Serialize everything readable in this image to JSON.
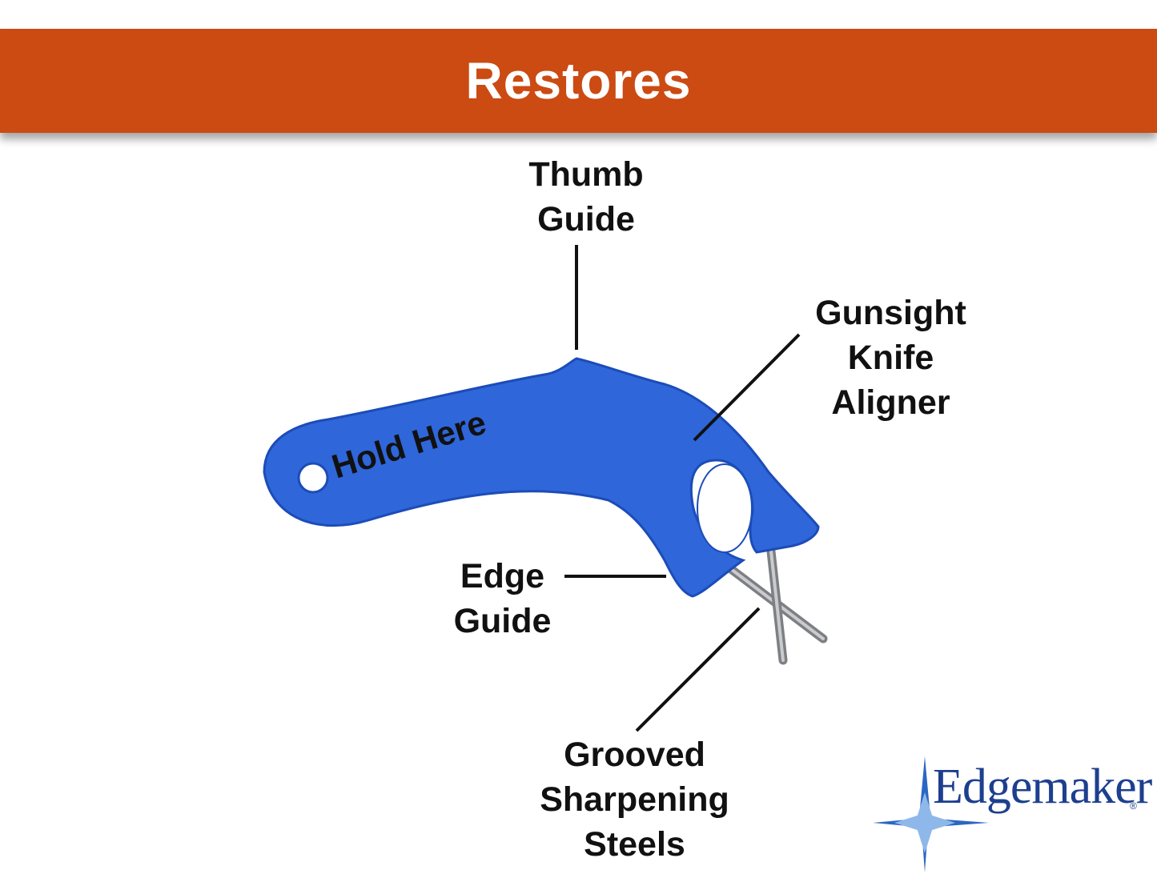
{
  "banner": {
    "title": "Restores"
  },
  "product": {
    "handle_text": "Hold Here",
    "color": "#2f66d9"
  },
  "callouts": {
    "thumb_guide": [
      "Thumb",
      "Guide"
    ],
    "gunsight": [
      "Gunsight",
      "Knife",
      "Aligner"
    ],
    "edge_guide": [
      "Edge",
      "Guide"
    ],
    "steels": [
      "Grooved",
      "Sharpening",
      "Steels"
    ]
  },
  "brand": {
    "name": "Edgemaker",
    "mark": "®",
    "color": "#1d3f8f"
  },
  "colors": {
    "banner": "#cb4b13",
    "text": "#111111"
  }
}
